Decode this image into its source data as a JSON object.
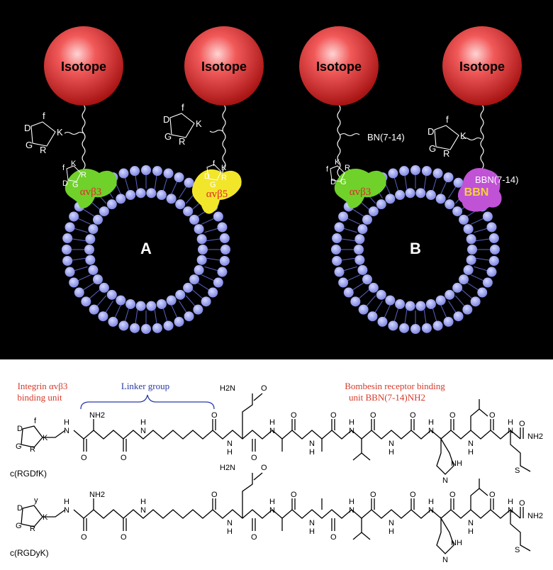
{
  "panel_top": {
    "isotope_label": "Isotope",
    "label_A": "A",
    "label_B": "B",
    "rgd": {
      "D": "D",
      "f": "f",
      "K": "K",
      "G": "G",
      "R": "R"
    },
    "receptor_avb3": "αvβ3",
    "receptor_avb5": "αvβ5",
    "receptor_bbn": "BBN",
    "bn_label": "BN(7-14)",
    "bbn_label": "BBN(7-14)",
    "colors": {
      "sphere": "#e83838",
      "membrane": "#8f96f0",
      "avb3": "#6fd12a",
      "avb5": "#f2e62a",
      "bbn": "#c052d6",
      "bbn_text": "#f5d23a",
      "receptor_text": "#e02a2a"
    }
  },
  "panel_bottom": {
    "integrin_label_1": "Integrin αvβ3",
    "integrin_label_2": "binding unit",
    "linker_label": "Linker group",
    "bombesin_label_1": "Bombesin receptor binding",
    "bombesin_label_2": "unit BBN(7-14)NH2",
    "compound_1": "c(RGDfK)",
    "compound_2": "c(RGDyK)",
    "nh2": "NH2",
    "h2n": "H2N",
    "o": "O",
    "n": "N",
    "h": "H",
    "nh": "NH",
    "s": "S",
    "ring1": {
      "D": "D",
      "f": "f",
      "K": "K",
      "G": "G",
      "R": "R"
    },
    "ring2": {
      "D": "D",
      "y": "y",
      "K": "K",
      "G": "G",
      "R": "R"
    },
    "colors": {
      "red_text": "#d63a2a",
      "blue_text": "#2a3aa6"
    }
  }
}
